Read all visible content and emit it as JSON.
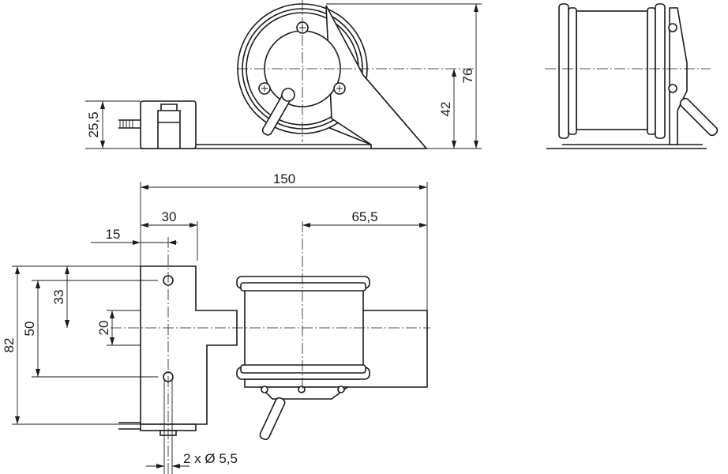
{
  "dimensions": {
    "height_total": "76",
    "height_axis": "42",
    "height_base": "25,5",
    "length_total": "150",
    "bracket_width": "30",
    "hole_offset": "15",
    "axis_offset": "65,5",
    "depth_total": "82",
    "hole_spacing": "50",
    "axis_depth": "33",
    "arm_width": "20",
    "holes": "2 x Ø 5,5"
  }
}
